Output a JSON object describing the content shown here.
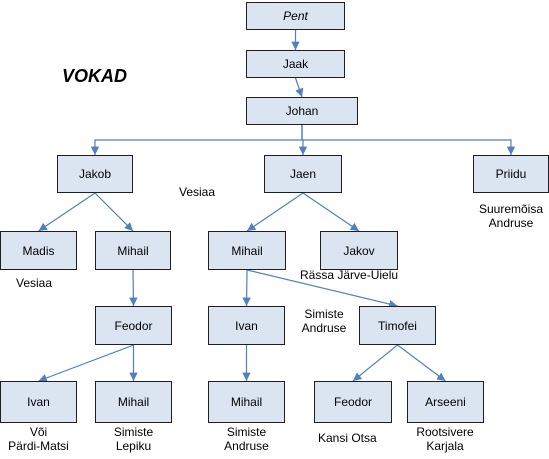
{
  "title": "VOKAD",
  "colors": {
    "box_fill": "#dbe5f1",
    "box_border": "#1f1f1f",
    "connector": "#4f81bd"
  },
  "nodes": {
    "pent": "Pent",
    "jaak": "Jaak",
    "johan": "Johan",
    "jakob": "Jakob",
    "jaen": "Jaen",
    "priidu": "Priidu",
    "madis": "Madis",
    "mihail_a": "Mihail",
    "mihail_b": "Mihail",
    "jakov": "Jakov",
    "feodor_a": "Feodor",
    "ivan_b": "Ivan",
    "timofei": "Timofei",
    "ivan_a": "Ivan",
    "mihail_c": "Mihail",
    "mihail_d": "Mihail",
    "feodor_b": "Feodor",
    "arseeni": "Arseeni"
  },
  "labels": {
    "vesiaa_1": "Vesiaa",
    "suuremoisa": [
      "Suuremõisa",
      "Andruse"
    ],
    "vesiaa_2": "Vesiaa",
    "rassa": "Rässa Järve-Uielu",
    "simiste_1": [
      "Simiste",
      "Andruse"
    ],
    "voi": [
      "Või",
      "Pärdi-Matsi"
    ],
    "simiste_2": [
      "Simiste",
      "Lepiku"
    ],
    "simiste_3": [
      "Simiste",
      "Andruse"
    ],
    "kansi": "Kansi Otsa",
    "rootsivere": [
      "Rootsivere",
      "Karjala"
    ]
  },
  "edges": [
    [
      "pent",
      "jaak"
    ],
    [
      "jaak",
      "johan"
    ],
    [
      "johan",
      "jakob"
    ],
    [
      "johan",
      "jaen"
    ],
    [
      "johan",
      "priidu"
    ],
    [
      "jakob",
      "madis"
    ],
    [
      "jakob",
      "mihail_a"
    ],
    [
      "mihail_a",
      "feodor_a"
    ],
    [
      "feodor_a",
      "ivan_a"
    ],
    [
      "feodor_a",
      "mihail_c"
    ],
    [
      "jaen",
      "mihail_b"
    ],
    [
      "jaen",
      "jakov"
    ],
    [
      "mihail_b",
      "ivan_b"
    ],
    [
      "mihail_b",
      "timofei"
    ],
    [
      "ivan_b",
      "mihail_d"
    ],
    [
      "timofei",
      "feodor_b"
    ],
    [
      "timofei",
      "arseeni"
    ]
  ]
}
